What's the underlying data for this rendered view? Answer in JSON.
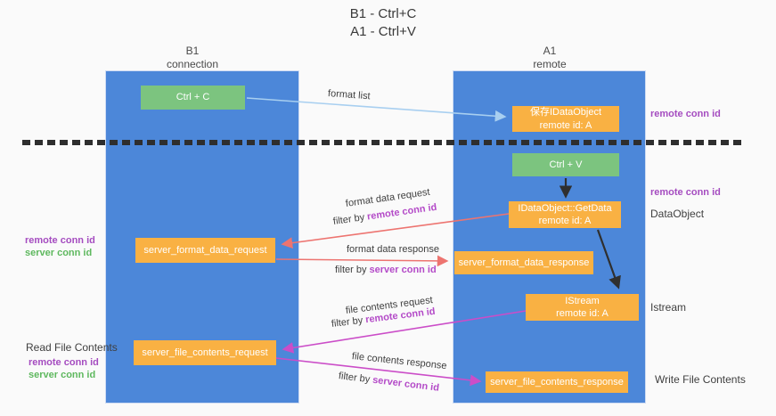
{
  "title": {
    "line1": "B1 - Ctrl+C",
    "line2": "A1 - Ctrl+V"
  },
  "columns": {
    "left": {
      "name": "B1",
      "type": "connection"
    },
    "right": {
      "name": "A1",
      "type": "remote"
    }
  },
  "boxes": {
    "ctrl_c": {
      "label": "Ctrl + C"
    },
    "save_dataobject": {
      "line1": "保存IDataObject",
      "line2": "remote id: A"
    },
    "ctrl_v": {
      "label": "Ctrl + V"
    },
    "getdata": {
      "line1": "IDataObject::GetData",
      "line2": "remote id: A"
    },
    "format_request": {
      "label": "server_format_data_request"
    },
    "format_response": {
      "label": "server_format_data_response"
    },
    "istream": {
      "line1": "IStream",
      "line2": "remote id: A"
    },
    "file_request": {
      "label": "server_file_contents_request"
    },
    "file_response": {
      "label": "server_file_contents_response"
    }
  },
  "right_labels": {
    "remote_conn_top": "remote conn id",
    "remote_conn_mid": "remote conn id",
    "dataobject": "DataObject",
    "istream": "Istream",
    "write_file_contents": "Write File Contents"
  },
  "left_labels": {
    "remote_conn_format": "remote conn id",
    "server_conn_format": "server conn id",
    "read_file_contents": "Read File Contents",
    "remote_conn_file": "remote conn id",
    "server_conn_file": "server conn id"
  },
  "arrow_labels": {
    "format_list": "format list",
    "format_data_request": "format data request",
    "format_data_request_filter_prefix": "filter by ",
    "format_data_request_filter_key": "remote conn id",
    "format_data_response": "format data response",
    "format_data_response_filter_prefix": "filter by ",
    "format_data_response_filter_key": "server conn id",
    "file_contents_request": "file contents request",
    "file_contents_request_filter_prefix": "filter by ",
    "file_contents_request_filter_key": "remote conn id",
    "file_contents_response": "file contents response",
    "file_contents_response_filter_prefix": "filter by ",
    "file_contents_response_filter_key": "server conn id"
  },
  "colors": {
    "column_blue": "#4c87d9",
    "box_green": "#7cc47f",
    "box_orange": "#f9b143",
    "purple_text": "#a54cc0",
    "green_text": "#5eb85e",
    "salmon_arrow": "#ed7470",
    "magenta_arrow": "#cb4dc8",
    "lightblue_arrow": "#a8cff0",
    "black_arrow": "#2f2f2f"
  }
}
